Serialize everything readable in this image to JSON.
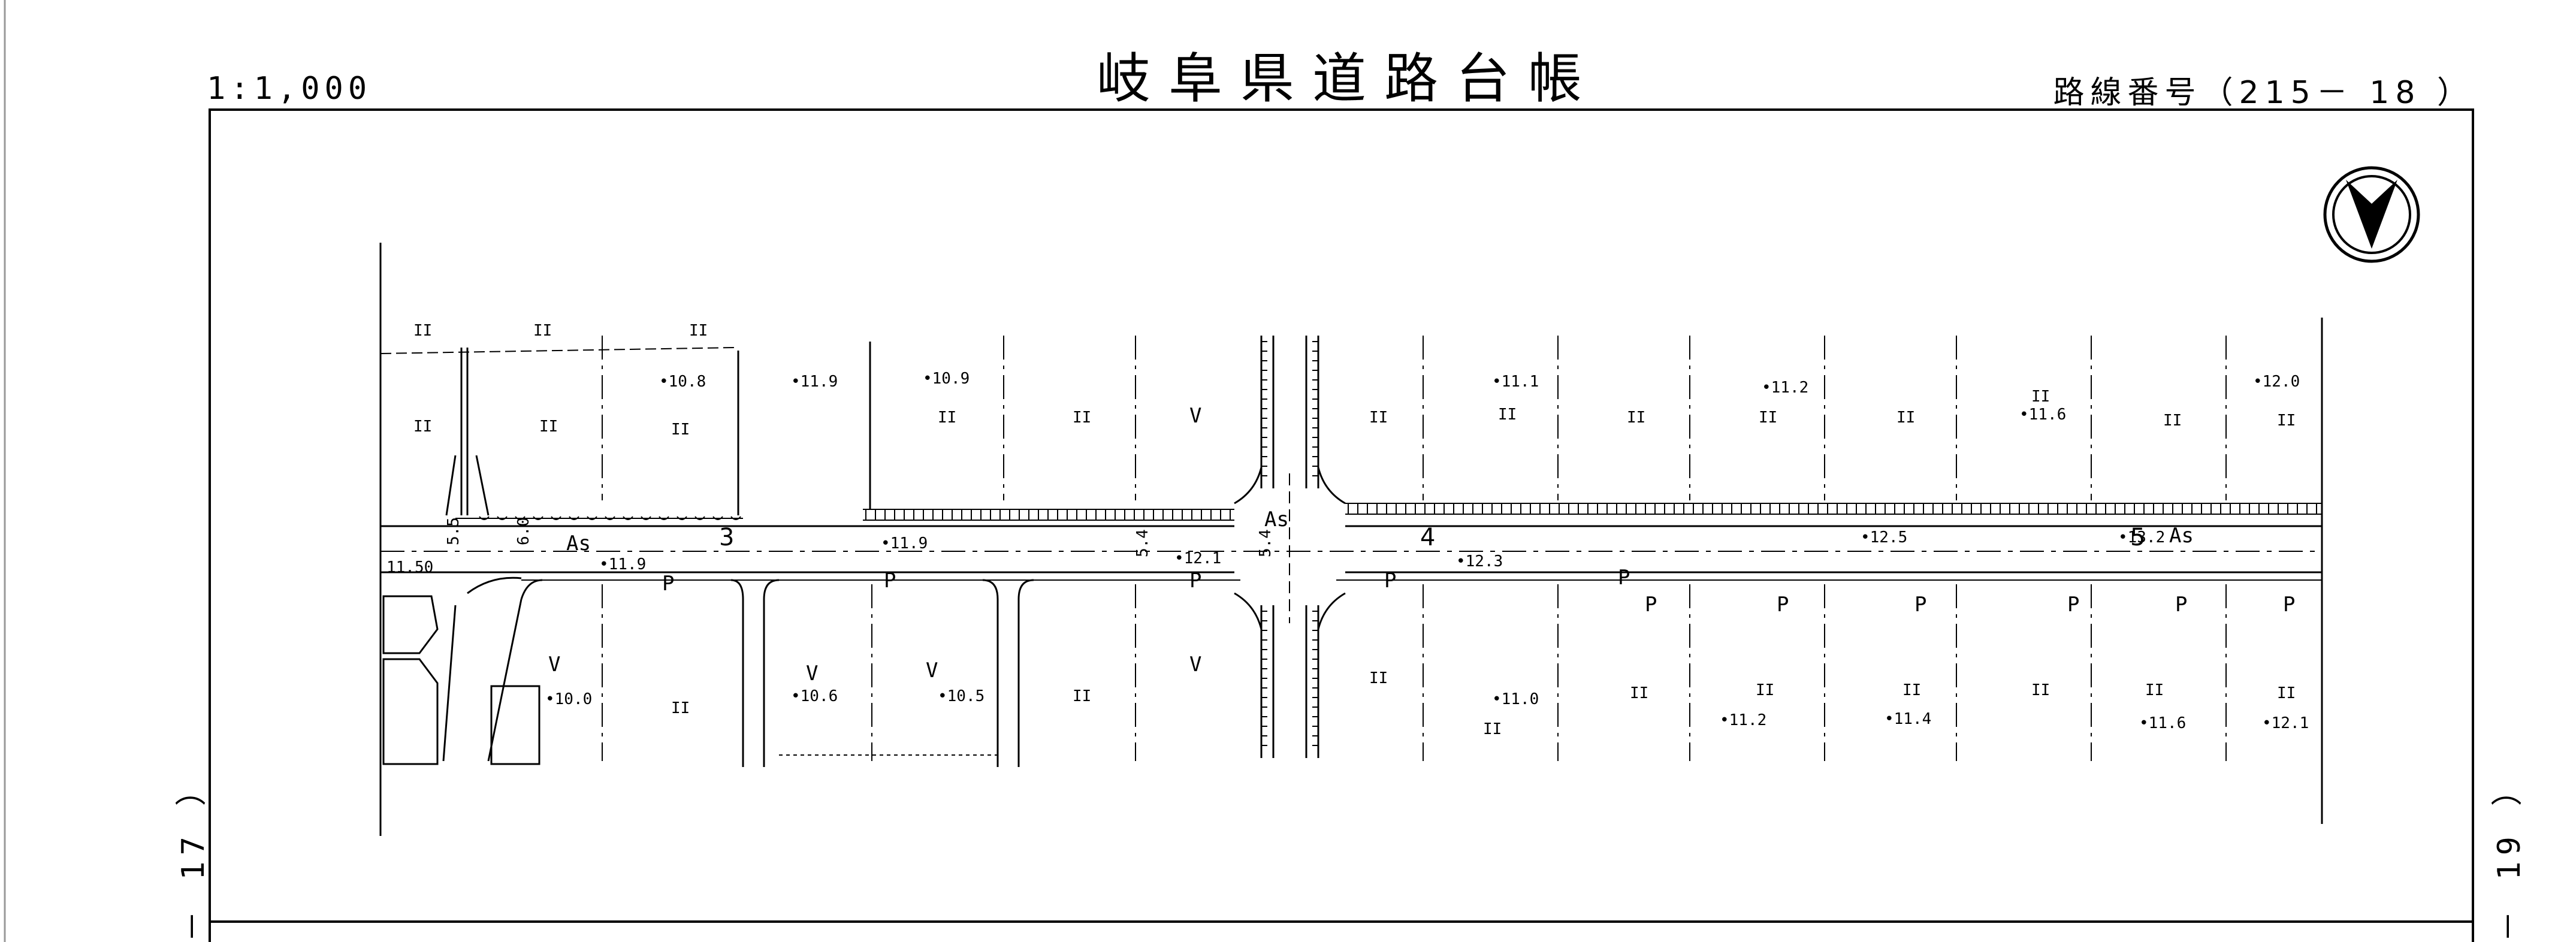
{
  "header": {
    "title": "岐阜県道路台帳",
    "scale": "1:1,000",
    "route_number": "路線番号（215－ 18 ）"
  },
  "side_labels": {
    "left": "－ 17 ）",
    "right": "－ 19 ）"
  },
  "map": {
    "north_arrow": "north-arrow-icon",
    "sections": [
      "3",
      "4",
      "5"
    ],
    "surface_label": "As",
    "elevations_upper": [
      "10.8",
      "11.9",
      "10.9",
      "11.1",
      "11.2",
      "11.6",
      "12.0"
    ],
    "elevations_road": [
      "11.9",
      "11.9",
      "12.1",
      "12.3",
      "12.5",
      "13.2"
    ],
    "elevations_lower": [
      "10.0",
      "10.6",
      "10.5",
      "11.0",
      "11.2",
      "11.4",
      "11.6",
      "12.1"
    ],
    "left_edge_value": "11.50",
    "widths": [
      "5.5",
      "6.0",
      "5.4",
      "5.4"
    ],
    "parking_mark": "P",
    "pillar_mark": "II",
    "field_mark": "V"
  }
}
